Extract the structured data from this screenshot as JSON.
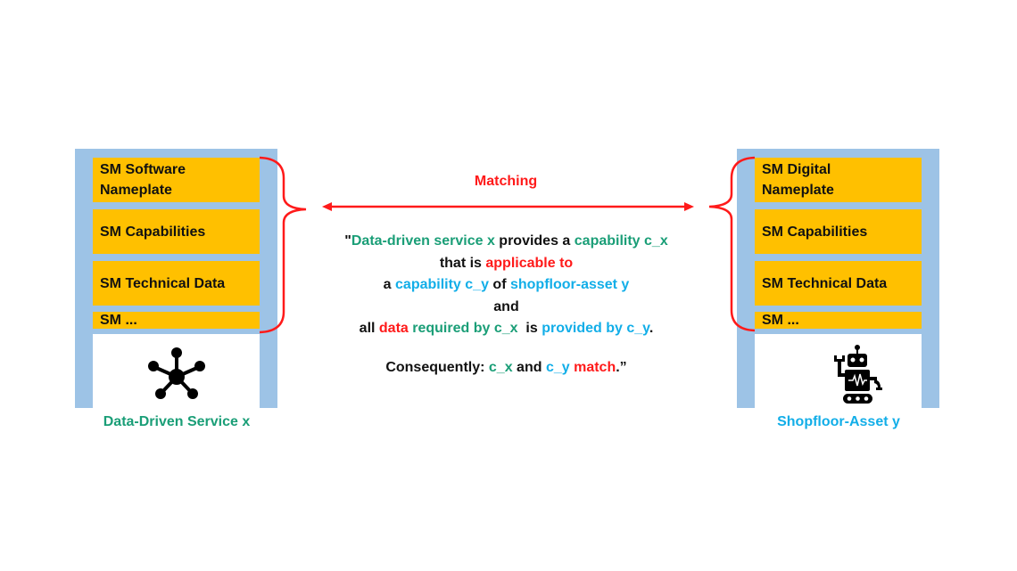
{
  "colors": {
    "panel_blue": "#9DC3E6",
    "sm_orange": "#FFC000",
    "green": "#1A9E77",
    "blue": "#12AEE8",
    "red": "#FF1A1A",
    "black": "#111111"
  },
  "left_panel": {
    "items": [
      {
        "label": "SM Software Nameplate"
      },
      {
        "label": "SM Capabilities"
      },
      {
        "label": "SM Technical Data"
      },
      {
        "label": "SM ..."
      }
    ],
    "icon": "network-hub-icon",
    "caption": "Data-Driven Service x"
  },
  "right_panel": {
    "items": [
      {
        "label": "SM Digital Nameplate"
      },
      {
        "label": "SM Capabilities"
      },
      {
        "label": "SM Technical Data"
      },
      {
        "label": "SM ..."
      }
    ],
    "icon": "robot-icon",
    "caption": "Shopfloor-Asset y"
  },
  "matching": {
    "label": "Matching",
    "arrow": "double-headed-arrow"
  },
  "statement": {
    "lines": [
      [
        {
          "text": "\"",
          "color": "black"
        },
        {
          "text": "Data-driven service x",
          "color": "green"
        },
        {
          "text": " provides a ",
          "color": "black"
        },
        {
          "text": "capability c_x",
          "color": "green"
        }
      ],
      [
        {
          "text": "that is ",
          "color": "black"
        },
        {
          "text": "applicable to",
          "color": "red"
        }
      ],
      [
        {
          "text": "a ",
          "color": "black"
        },
        {
          "text": "capability c_y",
          "color": "blue"
        },
        {
          "text": " of ",
          "color": "black"
        },
        {
          "text": "shopfloor-asset y",
          "color": "blue"
        }
      ],
      [
        {
          "text": "and",
          "color": "black"
        }
      ],
      [
        {
          "text": "all ",
          "color": "black"
        },
        {
          "text": "data",
          "color": "red"
        },
        {
          "text": " required by c_x",
          "color": "green"
        },
        {
          "text": "  is ",
          "color": "black"
        },
        {
          "text": "provided by c_y",
          "color": "blue"
        },
        {
          "text": ".",
          "color": "black"
        }
      ],
      [],
      [
        {
          "text": "Consequently: ",
          "color": "black"
        },
        {
          "text": "c_x",
          "color": "green"
        },
        {
          "text": " and ",
          "color": "black"
        },
        {
          "text": "c_y",
          "color": "blue"
        },
        {
          "text": " match",
          "color": "red"
        },
        {
          "text": ".”",
          "color": "black"
        }
      ]
    ]
  }
}
